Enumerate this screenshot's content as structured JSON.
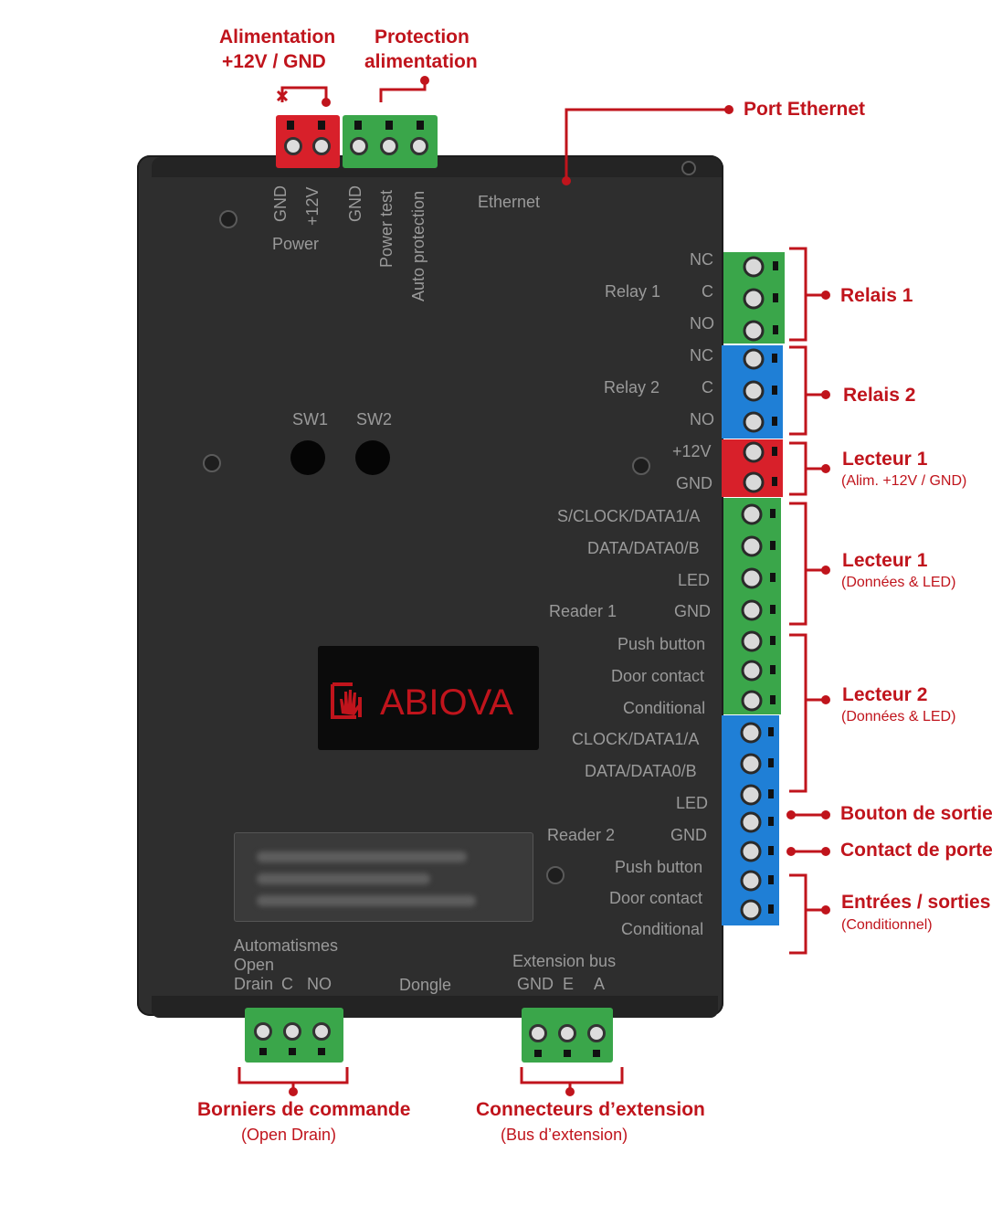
{
  "annotations": {
    "power_supply": {
      "line1": "Alimentation",
      "line2": "+12V / GND"
    },
    "power_protection": {
      "line1": "Protection",
      "line2": "alimentation"
    },
    "ethernet_port": "Port Ethernet",
    "relay1": "Relais 1",
    "relay2": "Relais 2",
    "reader1_power": {
      "title": "Lecteur 1",
      "sub": "(Alim. +12V / GND)"
    },
    "reader1_data": {
      "title": "Lecteur 1",
      "sub": "(Données & LED)"
    },
    "reader2_data": {
      "title": "Lecteur 2",
      "sub": "(Données & LED)"
    },
    "exit_button": "Bouton de sortie",
    "door_contact": "Contact de porte",
    "io": {
      "title": "Entrées / sorties",
      "sub": "(Conditionnel)"
    },
    "command_terminals": {
      "title": "Borniers de commande",
      "sub": "(Open Drain)"
    },
    "extension_connectors": {
      "title": "Connecteurs d’extension",
      "sub": "(Bus d’extension)"
    }
  },
  "device": {
    "top_labels": {
      "gnd1": "GND",
      "v12": "+12V",
      "power": "Power",
      "gnd2": "GND",
      "power_test": "Power test",
      "auto_protection": "Auto protection",
      "ethernet": "Ethernet"
    },
    "switches": {
      "sw1": "SW1",
      "sw2": "SW2"
    },
    "relay1": {
      "name": "Relay 1",
      "nc": "NC",
      "c": "C",
      "no": "NO"
    },
    "relay2": {
      "name": "Relay 2",
      "nc": "NC",
      "c": "C",
      "no": "NO"
    },
    "reader1": {
      "v12": "+12V",
      "gnd_pwr": "GND",
      "clock": "S/CLOCK/DATA1/A",
      "data": "DATA/DATA0/B",
      "led": "LED",
      "name": "Reader 1",
      "gnd": "GND",
      "push": "Push button",
      "door": "Door contact",
      "cond": "Conditional"
    },
    "reader2": {
      "clock": "CLOCK/DATA1/A",
      "data": "DATA/DATA0/B",
      "led": "LED",
      "name": "Reader 2",
      "gnd": "GND",
      "push": "Push button",
      "door": "Door contact",
      "cond": "Conditional"
    },
    "logo": "ABIOVA",
    "bottom_labels": {
      "automations": "Automatismes",
      "open": "Open",
      "drain": "Drain",
      "c": "C",
      "no": "NO",
      "dongle": "Dongle",
      "extension_bus": "Extension bus",
      "gnd": "GND",
      "e": "E",
      "a": "A"
    }
  },
  "colors": {
    "accent_red": "#c0141c",
    "terminal_green": "#3aa64a",
    "terminal_blue": "#1f7fd6",
    "terminal_red": "#d8202a",
    "housing": "#2e2e2e"
  }
}
